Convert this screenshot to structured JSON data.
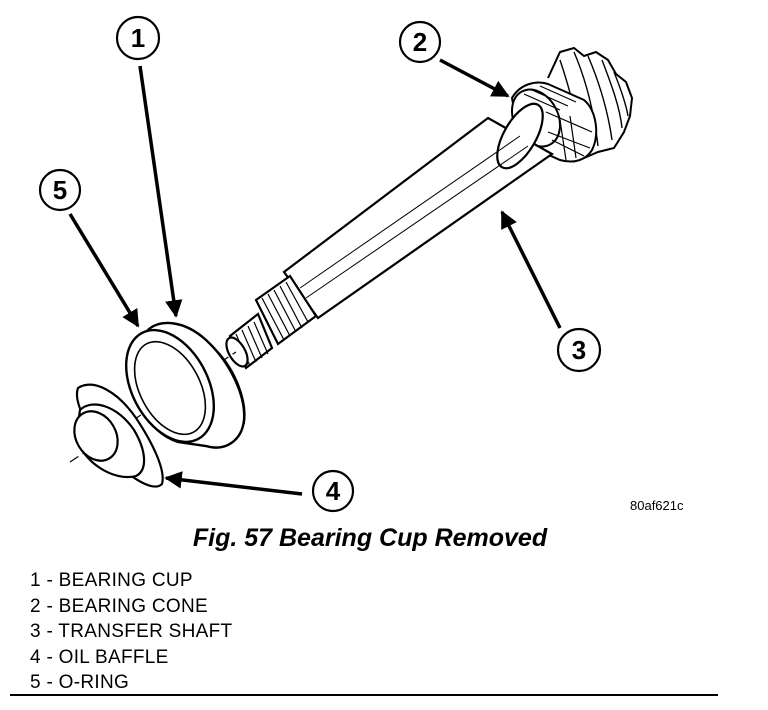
{
  "figure": {
    "code": "80af621c",
    "caption": "Fig. 57 Bearing Cup Removed",
    "callouts": [
      "1",
      "2",
      "3",
      "4",
      "5"
    ],
    "parts": [
      "transfer-shaft",
      "bearing-cone",
      "pinion-gear",
      "bearing-cup",
      "oil-baffle",
      "o-ring"
    ]
  },
  "legend": [
    "1 - BEARING CUP",
    "2 - BEARING CONE",
    "3 - TRANSFER SHAFT",
    "4 - OIL BAFFLE",
    "5 - O-RING"
  ]
}
